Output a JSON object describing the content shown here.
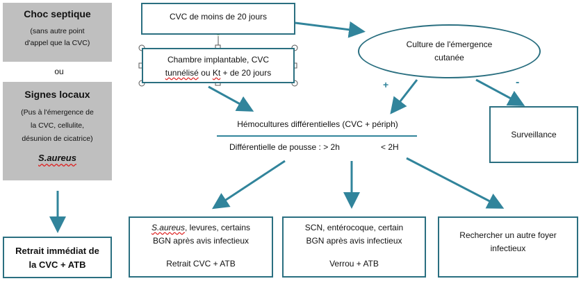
{
  "left_column": {
    "choc_title": "Choc septique",
    "choc_sub_1": "(sans autre point",
    "choc_sub_2": "d'appel que la CVC)",
    "ou": "ou",
    "signes_title": "Signes locaux",
    "signes_sub_1": "(Pus à l'émergence de",
    "signes_sub_2": "la CVC, cellulite,",
    "signes_sub_3": "désunion de cicatrice)",
    "signes_germ": "S.aureus",
    "retrait_1": "Retrait immédiat de",
    "retrait_2": "la CVC + ATB"
  },
  "top": {
    "cvc_recent": "CVC de moins de 20 jours",
    "chambre_1": "Chambre implantable, CVC",
    "chambre_2a": "tunnélisé",
    "chambre_2b": " ou ",
    "chambre_2c": "Kt",
    "chambre_2d": " + de 20 jours",
    "culture_1": "Culture de l'émergence",
    "culture_2": "cutanée",
    "plus": "+",
    "minus": "-",
    "surveillance": "Surveillance"
  },
  "middle": {
    "hemocultures": "Hémocultures différentielles (CVC + périph)",
    "differentielle": "Différentielle de pousse : > 2h",
    "lt2h": "< 2H"
  },
  "bottom": {
    "b1_germ": "S.aureus",
    "b1_rest": ", levures, certains",
    "b1_line2": "BGN après avis infectieux",
    "b1_action": "Retrait CVC + ATB",
    "b2_line1": "SCN, entérocoque, certain",
    "b2_line2": "BGN après avis infectieux",
    "b2_action": "Verrou + ATB",
    "b3_line1": "Rechercher un autre foyer",
    "b3_line2": "infectieux"
  },
  "colors": {
    "arrow": "#31849b",
    "box_border": "#2a6f80",
    "gray_fill": "#bfbfbf",
    "handle_green": "#7ec544"
  }
}
